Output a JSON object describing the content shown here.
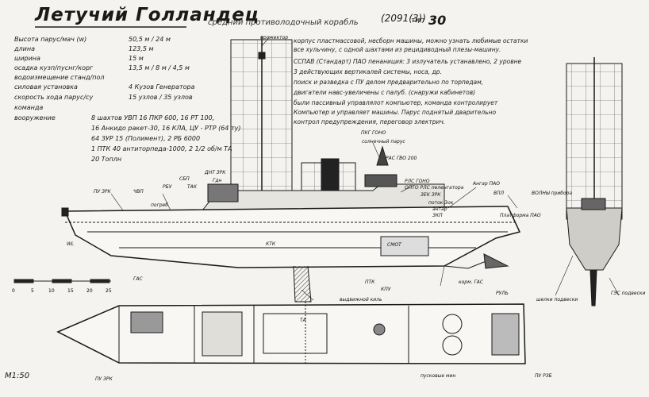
{
  "header": {
    "title": "Летучий Голландец",
    "subtitle": "средний противолодочный корабль",
    "code": "(2091(3))",
    "type_label": "тип",
    "type_number": "30"
  },
  "specs": [
    {
      "label": "Высота парус/мач (w)",
      "value": "50,5 м / 24 м"
    },
    {
      "label": "длина",
      "value": "123,5 м"
    },
    {
      "label": "ширина",
      "value": "15 м"
    },
    {
      "label": "осадка кузп/пуснг/корг",
      "value": "13,5 м / 8 м / 4,5 м"
    },
    {
      "label": "водоизмещение станд/пол",
      "value": ""
    },
    {
      "label": "силовая установка",
      "value": "4 Кузов Генератора"
    },
    {
      "label": "скорость хода парус/су",
      "value": "15 узлов / 35 узлов"
    },
    {
      "label": "команда",
      "value": ""
    },
    {
      "label": "вооружение",
      "value": ""
    }
  ],
  "armament": [
    "8 шахтов УВП 16 ПКР 600, 16 РТ 100,",
    "16 Анкидо ракет-30, 16 КЛА, ЦУ - РТР (64 ту)",
    "64 ЗУР 15 (Полимент), 2 РБ 6000",
    "1 ПТК 40 антиторпеда-1000, 2 1/2 об/м ТА",
    "20 Топлн"
  ],
  "notes": [
    "корпус пластмассовой, несборн машины, можно узнать любимые остатки",
    "все хульчину, с одной шахтами из рецидиводный плезы-машину.",
    "ССПАВ (Стандарт) ПАО пенаниция: 3 излучатель устанавлено, 2 уровне",
    "3 действующих вертикалей системы, носа, др.",
    "поиск и разведка с ПУ делом предварительно по торпедам,",
    "двигатели навс-увеличены с палуб. (снаружи кабинетов)",
    "были пассивный управлялот компьютер, команда контролирует",
    "Компьютер и управляет машины. Парус поднятый дварительно",
    "контрол предупреждения, переговор электрич."
  ],
  "labels": {
    "mast": "прожектор",
    "pk_gono": "ПКГ ГОНО",
    "sail": "солнечный парус",
    "ras": "РАС ГВО 200",
    "rls_gono": "РЛС ГОНО",
    "system": "ОПТО РЛС пеленгатора",
    "zrk": "ЗЕК ЗРК",
    "potok": "поток 3ок",
    "antar": "антар",
    "zkp": "ЗКП",
    "hangar": "Ангар ПАО",
    "vpl": "ВПЛ",
    "volny": "ВОЛНЫ прибора",
    "platform": "Платформа ПАО",
    "pu_zrk": "ПУ ЗРК",
    "chvp": "ЧВП",
    "pbu": "РБУ",
    "tak": "ТАК",
    "dnt_zrk": "ДНТ ЗРК",
    "gdn": "Гдн",
    "sbp": "СБП",
    "pogreb": "погреб",
    "smot": "СМОТ",
    "ktk": "КТК",
    "wl": "WL",
    "gas": "ГАС",
    "ptk": "ПТК",
    "kil": "выдвижной киль",
    "kpu": "КПУ",
    "korm_gas": "корм. ГАС",
    "rul": "РУЛЬ",
    "vint": "шелки подвески",
    "ges": "ГЭС подвески",
    "pu_rzb": "ПУ РЗБ",
    "pu_zrk2": "ПУ ЗРК",
    "mina": "пусковые мин",
    "ta": "ТА"
  },
  "scale": {
    "label": "М1:50",
    "ticks": [
      "0",
      "5",
      "10",
      "15",
      "20",
      "25"
    ]
  }
}
